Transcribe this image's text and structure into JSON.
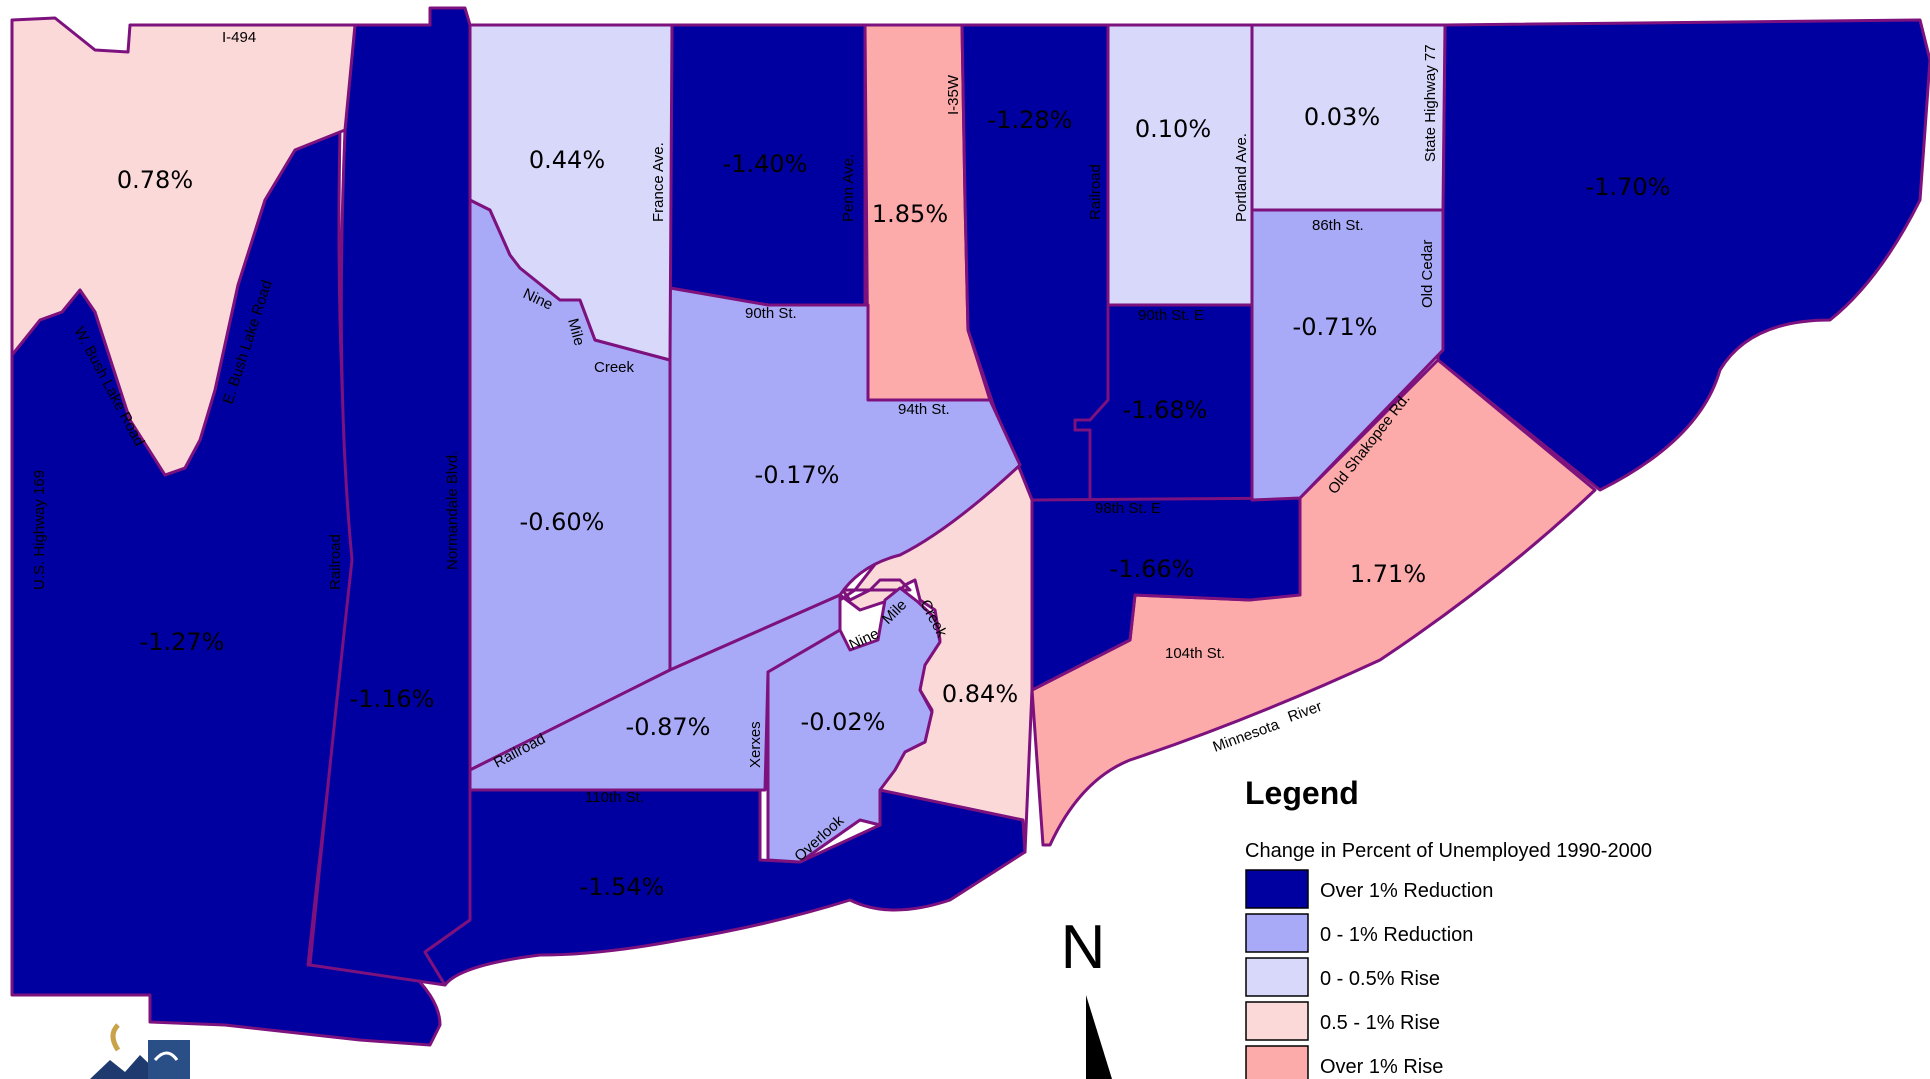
{
  "colors": {
    "over_1_reduction": "#0000a0",
    "reduction_0_1": "#a9aaf7",
    "rise_0_05": "#d8d8fa",
    "rise_05_1": "#fcd9d9",
    "over_1_rise": "#fcaaaa",
    "border": "#7d117d"
  },
  "regions": {
    "nw": "0.78%",
    "west": "-1.27%",
    "normandale": "-1.16%",
    "france_n": "0.44%",
    "france_s": "-0.60%",
    "penn_n": "-1.40%",
    "i35w": "1.85%",
    "central": "-0.17%",
    "railroad_sw": "-0.87%",
    "xerxes": "-0.02%",
    "creek": "0.84%",
    "south": "-1.54%",
    "railroad_e": "-1.28%",
    "portland_n": "0.10%",
    "portland_s": "-1.68%",
    "hwy77_n": "0.03%",
    "old_cedar": "-0.71%",
    "ne": "-1.70%",
    "mid_se": "-1.66%",
    "se": "1.71%"
  },
  "streets": {
    "i494": "I-494",
    "us169": "U.S. Highway 169",
    "bush_lake_w": "W. Bush Lake Road",
    "bush_lake_e": "E. Bush Lake Road",
    "railroad_w": "Railroad",
    "normandale": "Normandale Blvd.",
    "nine": "Nine",
    "mile": "Mile",
    "creek": "Creek",
    "france": "France Ave.",
    "st90": "90th St.",
    "penn": "Penn Ave.",
    "i35w": "I-35W",
    "st94": "94th St.",
    "railroad_mid": "Railroad",
    "portland": "Portland Ave.",
    "st90e": "90th St. E",
    "hwy77": "State Highway 77",
    "st86": "86th St.",
    "old_cedar": "Old Cedar",
    "old_shakopee": "Old Shakopee Rd.",
    "st98e": "98th St. E",
    "st104": "104th St.",
    "minnesota": "Minnesota",
    "river": "River",
    "railroad_sw": "Railroad",
    "xerxes": "Xerxes",
    "st110": "110th St.",
    "overlook": "Overlook"
  },
  "legend": {
    "title": "Legend",
    "subtitle": "Change in Percent of Unemployed 1990-2000",
    "items": [
      {
        "label": "Over 1% Reduction",
        "color": "#0000a0"
      },
      {
        "label": "0 - 1% Reduction",
        "color": "#a9aaf7"
      },
      {
        "label": "0 - 0.5% Rise",
        "color": "#d8d8fa"
      },
      {
        "label": "0.5 - 1% Rise",
        "color": "#fcd9d9"
      },
      {
        "label": "Over 1% Rise",
        "color": "#fcaaaa"
      }
    ]
  },
  "north_label": "N"
}
